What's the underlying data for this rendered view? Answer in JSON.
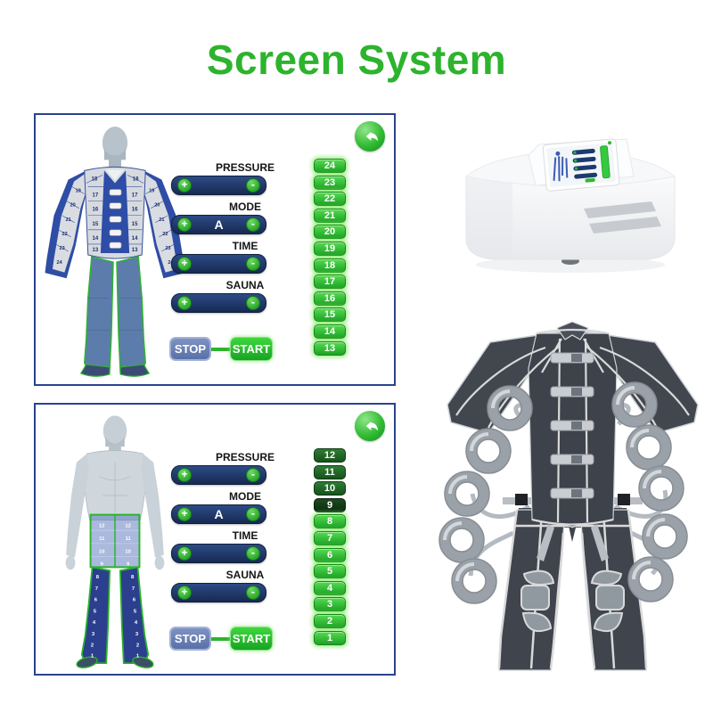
{
  "title": "Screen System",
  "colors": {
    "accent_green": "#2db32d",
    "panel_border": "#2a4390",
    "pill_navy": "#1d3a6f",
    "level_green": "#2fbf3a",
    "stop_blue": "#6479b4",
    "start_green": "#22c226"
  },
  "panels": [
    {
      "name": "upper-body-screen",
      "back_icon": "back-arrow-icon",
      "controls": [
        {
          "label": "PRESSURE",
          "plus": "+",
          "minus": "-",
          "value": ""
        },
        {
          "label": "MODE",
          "plus": "+",
          "minus": "-",
          "value": "A"
        },
        {
          "label": "TIME",
          "plus": "+",
          "minus": "-",
          "value": ""
        },
        {
          "label": "SAUNA",
          "plus": "+",
          "minus": "-",
          "value": ""
        }
      ],
      "stop": "STOP",
      "start": "START",
      "levels": [
        {
          "label": "24",
          "state": "active"
        },
        {
          "label": "23",
          "state": "active"
        },
        {
          "label": "22",
          "state": "active"
        },
        {
          "label": "21",
          "state": "active"
        },
        {
          "label": "20",
          "state": "active"
        },
        {
          "label": "19",
          "state": "active"
        },
        {
          "label": "18",
          "state": "active"
        },
        {
          "label": "17",
          "state": "active"
        },
        {
          "label": "16",
          "state": "active"
        },
        {
          "label": "15",
          "state": "active"
        },
        {
          "label": "14",
          "state": "active"
        },
        {
          "label": "13",
          "state": "active"
        }
      ],
      "figure": {
        "shoulders": [
          "18",
          "18"
        ],
        "chest_left": [
          "17",
          "16",
          "15",
          "14",
          "13"
        ],
        "chest_right": [
          "17",
          "16",
          "15",
          "14",
          "13"
        ],
        "arm_left": [
          "19",
          "20",
          "21",
          "22",
          "23",
          "24"
        ],
        "arm_right": [
          "19",
          "20",
          "21",
          "22",
          "23",
          "24"
        ]
      }
    },
    {
      "name": "lower-body-screen",
      "back_icon": "back-arrow-icon",
      "controls": [
        {
          "label": "PRESSURE",
          "plus": "+",
          "minus": "-",
          "value": ""
        },
        {
          "label": "MODE",
          "plus": "+",
          "minus": "-",
          "value": "A"
        },
        {
          "label": "TIME",
          "plus": "+",
          "minus": "-",
          "value": ""
        },
        {
          "label": "SAUNA",
          "plus": "+",
          "minus": "-",
          "value": ""
        }
      ],
      "stop": "STOP",
      "start": "START",
      "levels": [
        {
          "label": "12",
          "state": "dark"
        },
        {
          "label": "11",
          "state": "dark"
        },
        {
          "label": "10",
          "state": "dark"
        },
        {
          "label": "9",
          "state": "darkest"
        },
        {
          "label": "8",
          "state": "active"
        },
        {
          "label": "7",
          "state": "active"
        },
        {
          "label": "6",
          "state": "active"
        },
        {
          "label": "5",
          "state": "active"
        },
        {
          "label": "4",
          "state": "active"
        },
        {
          "label": "3",
          "state": "active"
        },
        {
          "label": "2",
          "state": "active"
        },
        {
          "label": "1",
          "state": "active"
        }
      ],
      "figure": {
        "waist_left": [
          "12",
          "11",
          "10",
          "9"
        ],
        "waist_right": [
          "12",
          "11",
          "10",
          "9"
        ],
        "leg_left": [
          "8",
          "7",
          "6",
          "5",
          "4",
          "3",
          "2",
          "1"
        ],
        "leg_right": [
          "8",
          "7",
          "6",
          "5",
          "4",
          "3",
          "2",
          "1"
        ]
      }
    }
  ]
}
